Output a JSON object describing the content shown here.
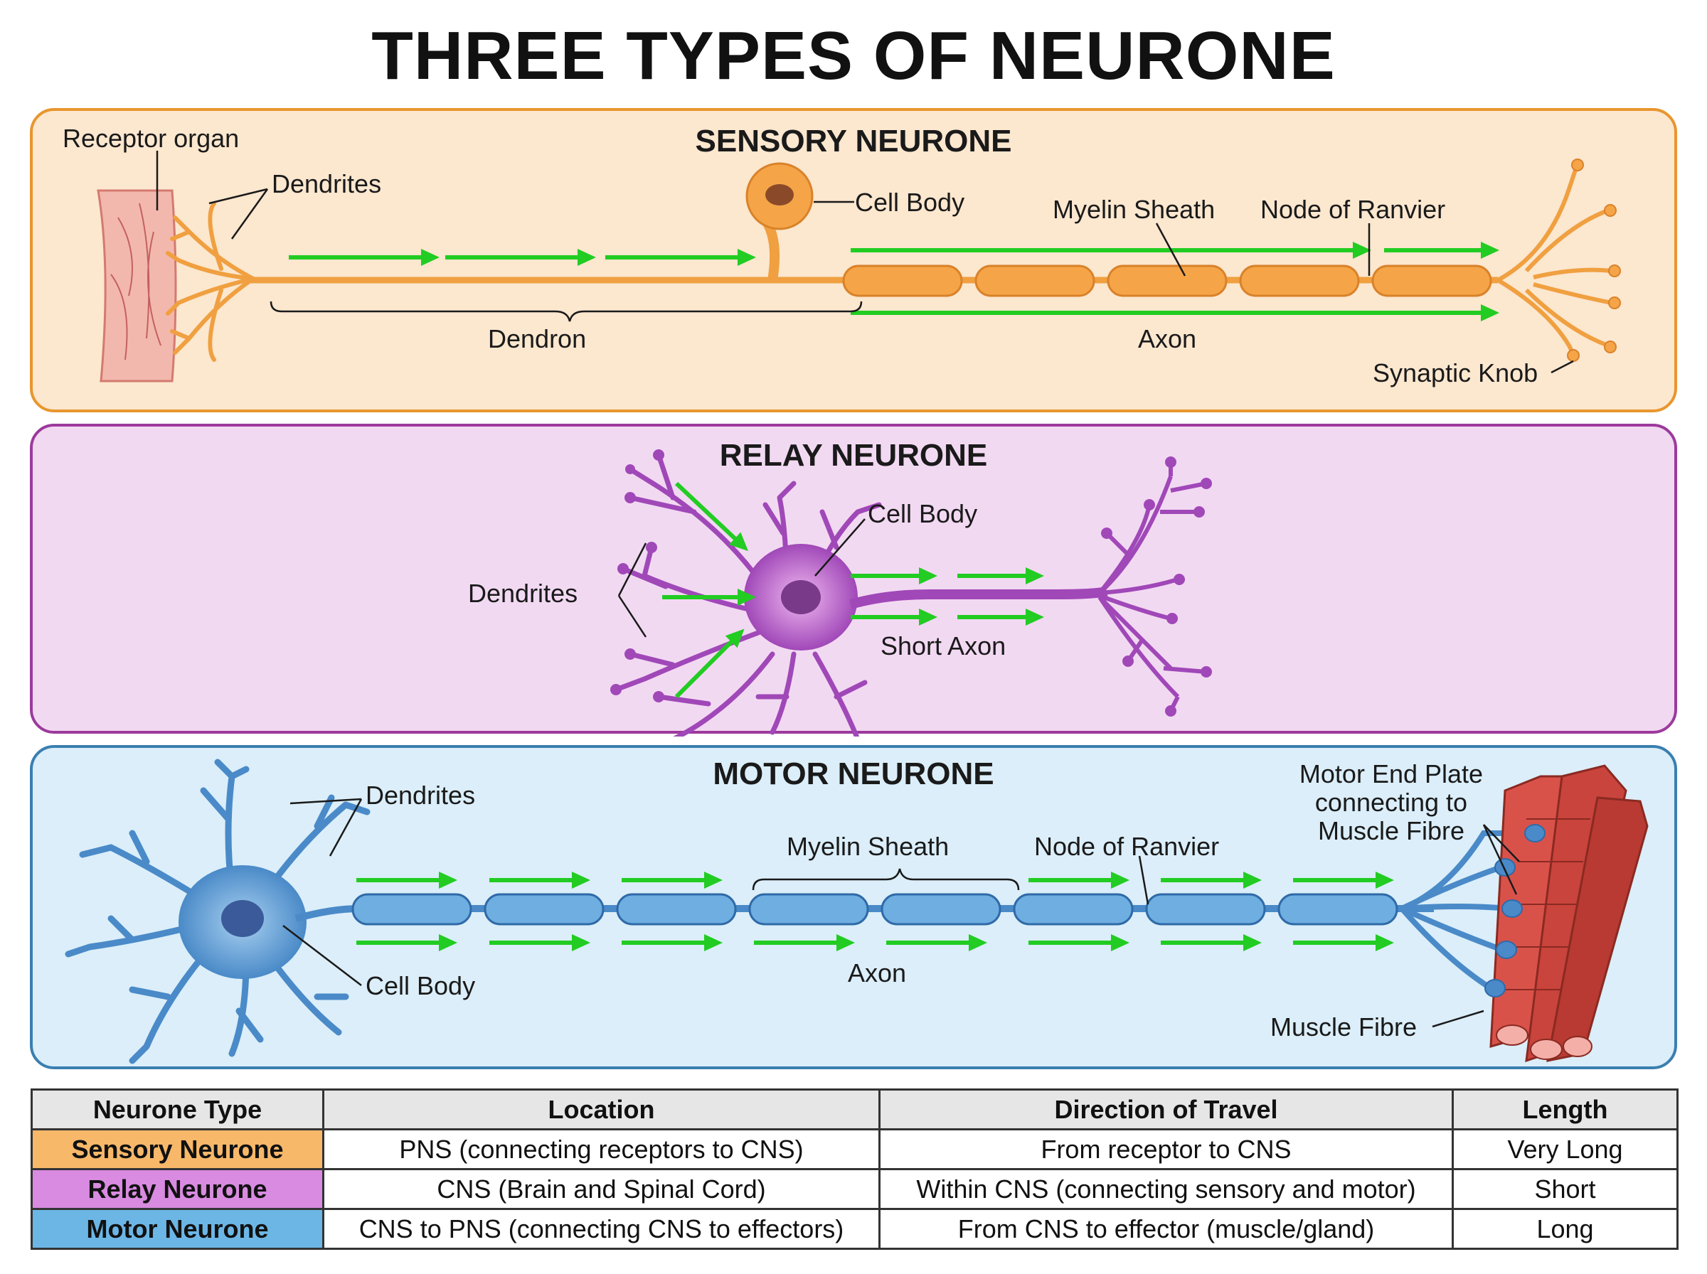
{
  "title": "THREE TYPES OF NEURONE",
  "colors": {
    "sensory_fill": "#fce7cf",
    "sensory_border": "#e8962e",
    "sensory_neuron": "#f0a040",
    "relay_fill": "#f2d9f2",
    "relay_border": "#9c3a9c",
    "relay_neuron": "#a048b8",
    "motor_fill": "#dbeef9",
    "motor_border": "#3a7fb0",
    "motor_neuron": "#4a8ac8",
    "arrow": "#22cc22",
    "muscle": "#d9524a"
  },
  "sensory": {
    "title": "SENSORY NEURONE",
    "labels": {
      "receptor_organ": "Receptor organ",
      "dendrites": "Dendrites",
      "cell_body": "Cell Body",
      "myelin_sheath": "Myelin Sheath",
      "node_of_ranvier": "Node of Ranvier",
      "dendron": "Dendron",
      "axon": "Axon",
      "synaptic_knob": "Synaptic Knob"
    }
  },
  "relay": {
    "title": "RELAY NEURONE",
    "labels": {
      "cell_body": "Cell Body",
      "dendrites": "Dendrites",
      "short_axon": "Short Axon"
    }
  },
  "motor": {
    "title": "MOTOR NEURONE",
    "labels": {
      "dendrites": "Dendrites",
      "myelin_sheath": "Myelin Sheath",
      "node_of_ranvier": "Node of Ranvier",
      "cell_body": "Cell Body",
      "axon": "Axon",
      "motor_end_plate": [
        "Motor End Plate",
        "connecting to",
        "Muscle Fibre"
      ],
      "muscle_fibre": "Muscle Fibre"
    }
  },
  "table": {
    "headers": [
      "Neurone Type",
      "Location",
      "Direction of Travel",
      "Length"
    ],
    "rows": [
      {
        "type": "Sensory Neurone",
        "location": "PNS (connecting receptors to CNS)",
        "direction": "From receptor to CNS",
        "length": "Very Long",
        "color": "#f8b86a"
      },
      {
        "type": "Relay Neurone",
        "location": "CNS (Brain and Spinal Cord)",
        "direction": "Within CNS (connecting sensory and motor)",
        "length": "Short",
        "color": "#d88be0"
      },
      {
        "type": "Motor Neurone",
        "location": "CNS to PNS (connecting CNS to effectors)",
        "direction": "From CNS to effector (muscle/gland)",
        "length": "Long",
        "color": "#6cb6e6"
      }
    ]
  }
}
